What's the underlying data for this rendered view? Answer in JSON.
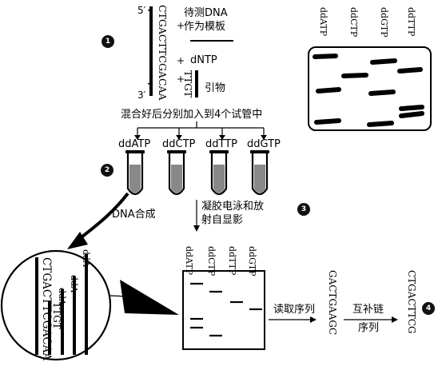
{
  "step1": {
    "badge": "1",
    "prime5": "5′",
    "prime3": "3′",
    "template_seq": "CTGACTTCGACAA",
    "plus": "+",
    "template_label_line1": "待测DNA",
    "template_label_line2": "作为模板",
    "dntp_label": "dNTP",
    "primer_seq": "TTGT",
    "primer_label": "引物",
    "mix_label": "混合好后分别加入到4个试管中"
  },
  "step2": {
    "badge": "2",
    "tubes": [
      "ddATP",
      "ddCTP",
      "ddTTP",
      "ddGTP"
    ],
    "synthesis_label": "DNA合成"
  },
  "step3": {
    "badge": "3",
    "electrophoresis_line1": "凝胶电泳和放",
    "electrophoresis_line2": "射自显影",
    "gel_lanes": [
      "ddATP",
      "ddCTP",
      "ddTTP",
      "ddGTP"
    ]
  },
  "step4": {
    "badge": "4",
    "read_label": "读取序列",
    "read_seq": "GACTGAAGC",
    "complement_line1": "互补链",
    "complement_line2": "序列",
    "complement_seq": "CTGACTTCG"
  },
  "zoom": {
    "template_seq": "CTGACTTCGACAA",
    "fragments": [
      "TTGT",
      "ddA",
      "ddA",
      "ddA"
    ]
  },
  "top_gel": {
    "lanes": [
      "ddATP",
      "ddCTP",
      "ddGTP",
      "ddTTP"
    ]
  }
}
